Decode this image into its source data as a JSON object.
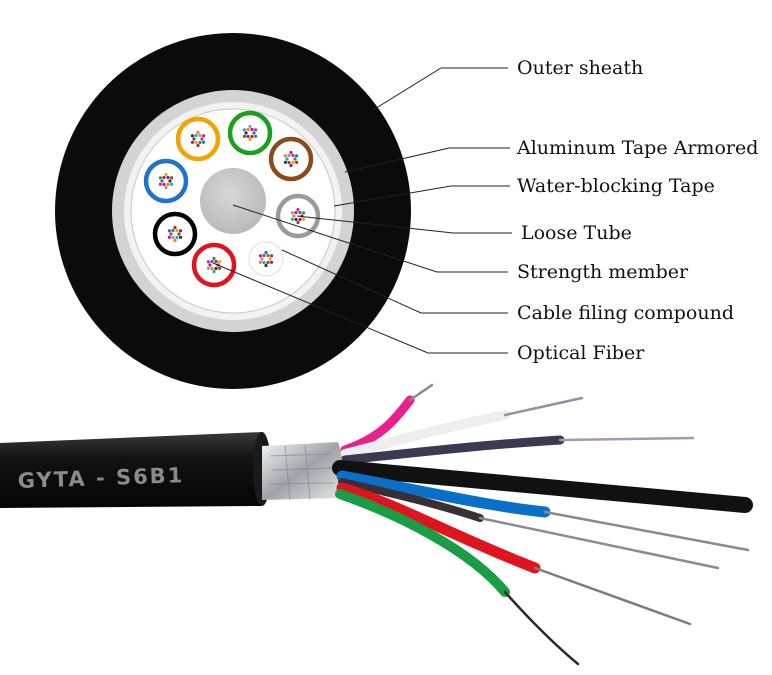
{
  "labels": {
    "outer_sheath": "Outer sheath",
    "aluminum_tape": "Aluminum Tape Armored",
    "water_blocking": "Water-blocking Tape",
    "loose_tube": "Loose Tube",
    "strength_member": "Strength member",
    "filling_compound": "Cable filing compound",
    "optical_fiber": "Optical Fiber"
  },
  "cable_print": "GYTA - S6B1",
  "colors": {
    "sheath": "#0b0b0b",
    "aluminum": "#d3d3d3",
    "water_tape": "#f2f2f2",
    "strength_member": "#c9c9c9",
    "tubes": [
      "#f0a400",
      "#1a9f1f",
      "#8b4a1a",
      "#9a9a9a",
      "#ffffff",
      "#e0141e",
      "#000000",
      "#1f73c9"
    ],
    "fibers": [
      "#e8208a",
      "#ffffff",
      "#3a3a50",
      "#1d1d1d",
      "#0a6fc9",
      "#e0141e",
      "#1b9d45"
    ]
  }
}
